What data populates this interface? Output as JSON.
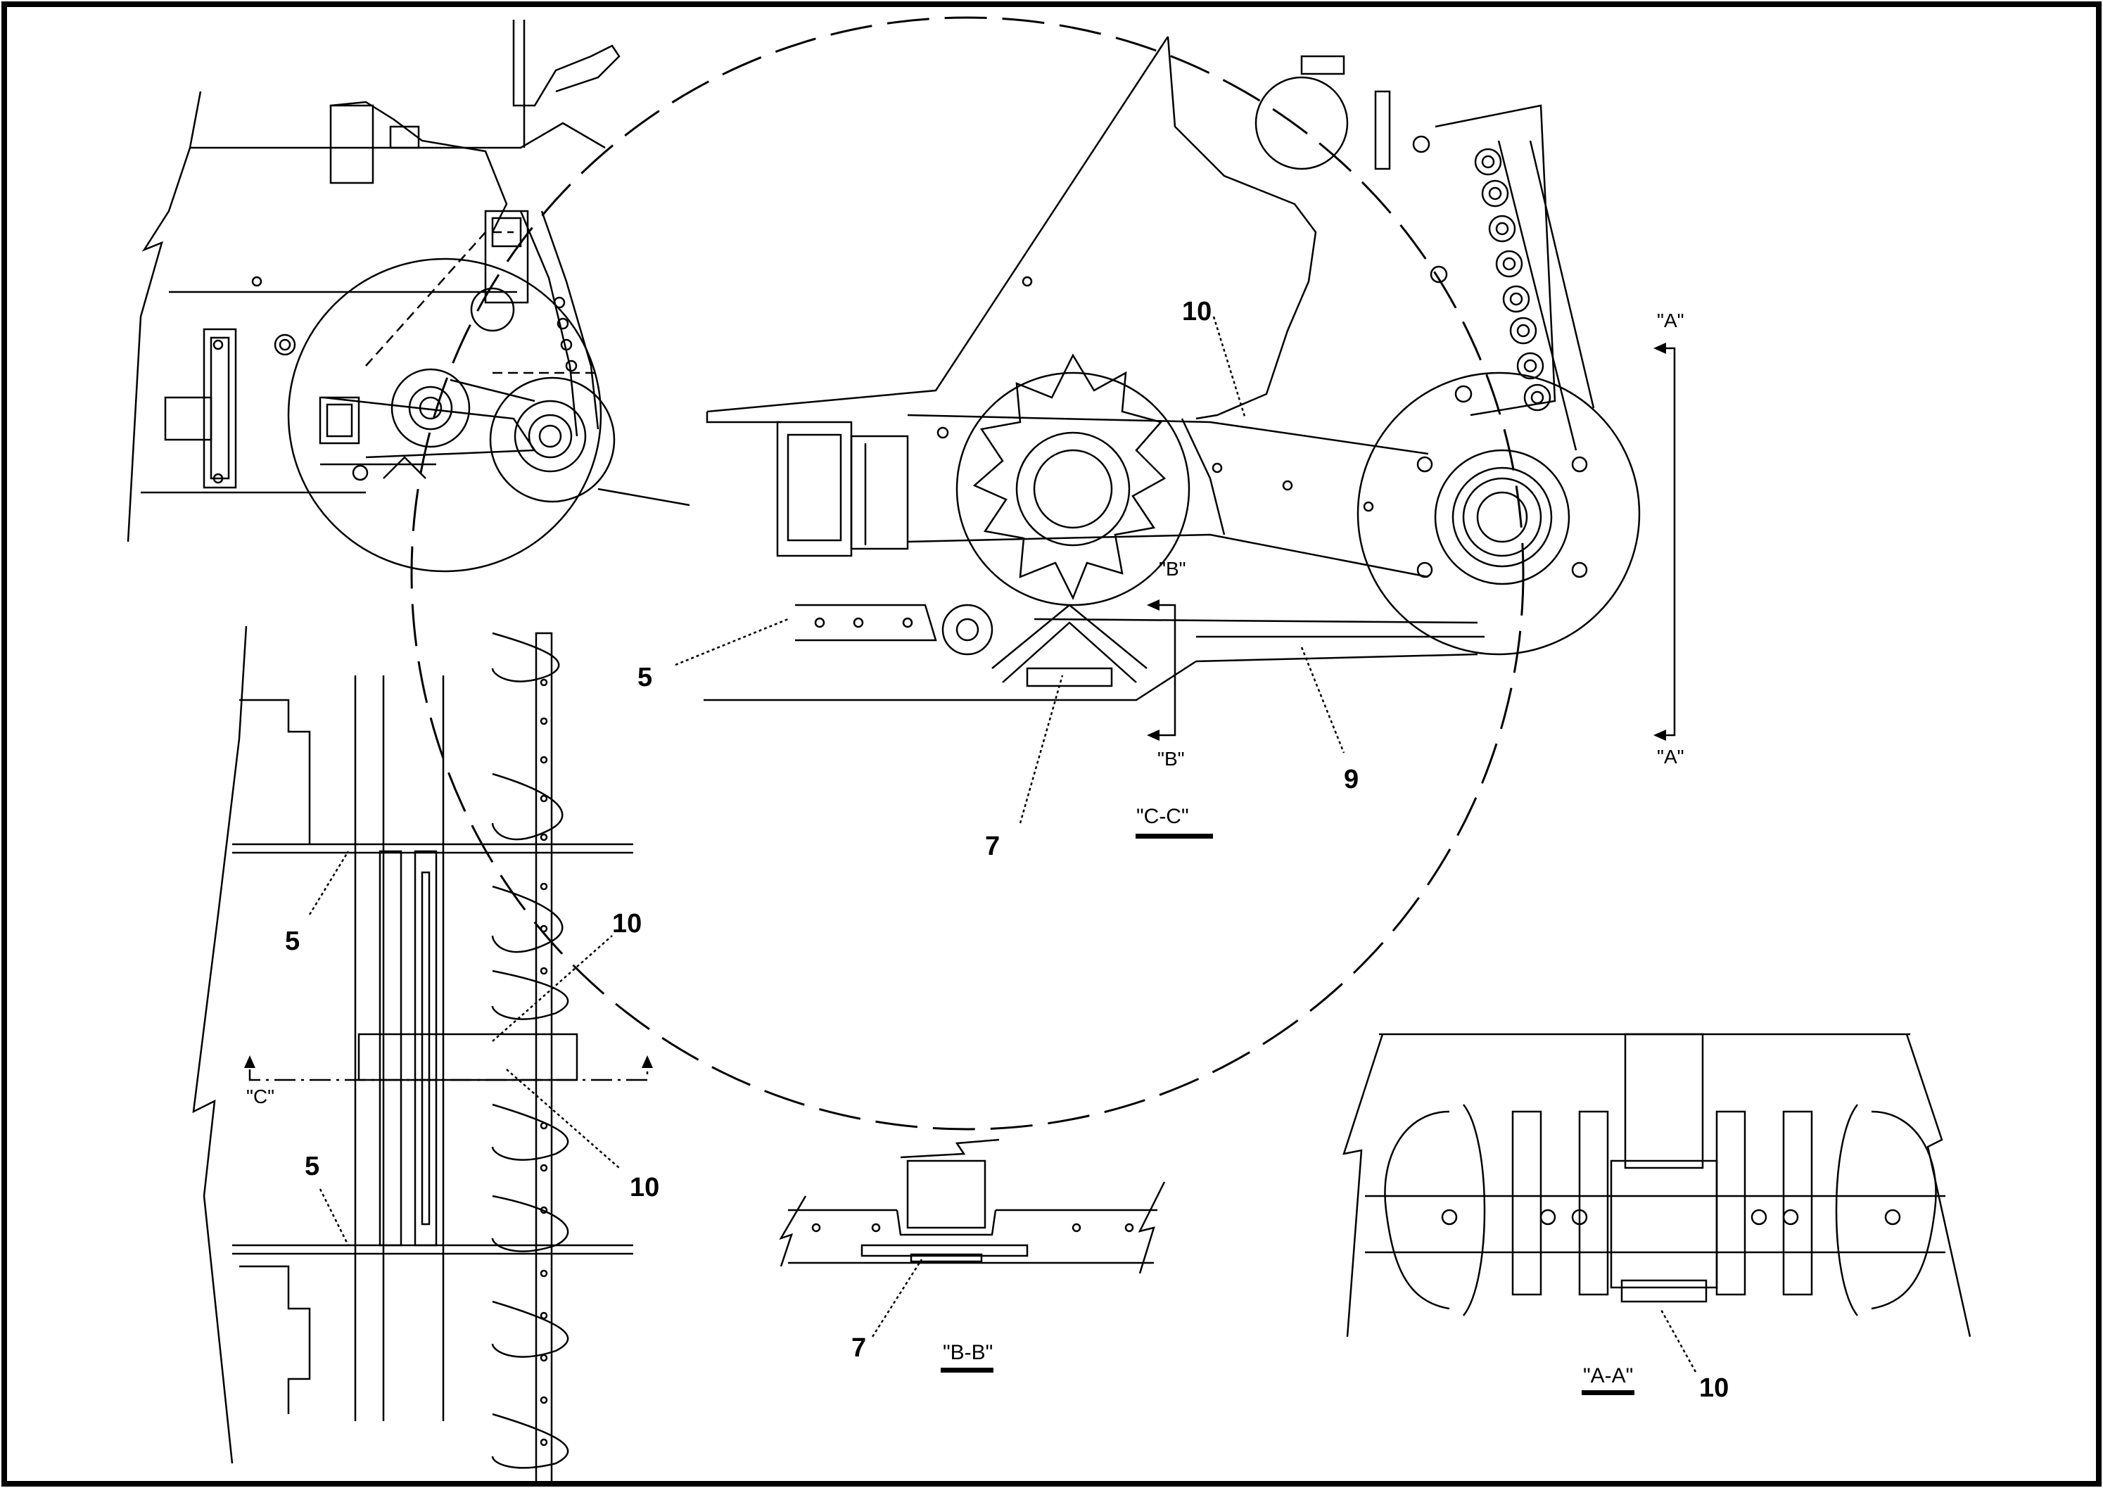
{
  "drawing": {
    "callouts": {
      "c5_top": "5",
      "c10_top": "10",
      "c9": "9",
      "c7_top": "7",
      "c5_left_a": "5",
      "c10_left_a": "10",
      "c10_left_b": "10",
      "c5_left_b": "5",
      "c7_bottom": "7",
      "c10_bottom": "10"
    },
    "view_markers": {
      "b_top": "\"B\"",
      "b_bottom": "\"B\"",
      "a_top": "\"A\"",
      "a_bottom": "\"A\"",
      "c": "\"C\""
    },
    "section_labels": {
      "cc": "\"C-C\"",
      "bb": "\"B-B\"",
      "aa": "\"A-A\""
    }
  }
}
